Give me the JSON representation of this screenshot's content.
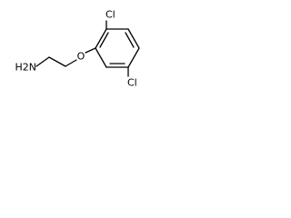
{
  "molecule": {
    "atoms": {
      "amine": "H2N",
      "ether_oxygen": "O",
      "chlorine_top": "Cl",
      "chlorine_bottom": "Cl"
    }
  }
}
